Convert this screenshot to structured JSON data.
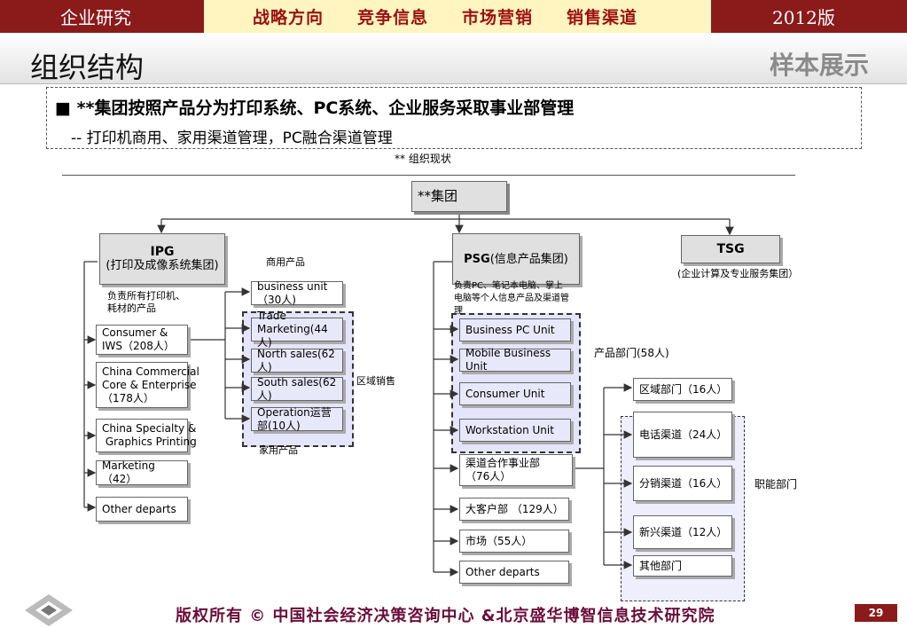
{
  "nav": {
    "left": "企业研究",
    "items": [
      "战略方向",
      "竞争信息",
      "市场营销",
      "销售渠道"
    ],
    "right": "2012版"
  },
  "header": {
    "title": "组织结构",
    "watermark": "样本展示"
  },
  "notes": {
    "line1": "■ **集团按照产品分为打印系统、PC系统、企业服务采取事业部管理",
    "line2": "-- 打印机商用、家用渠道管理，PC融合渠道管理"
  },
  "subtitle": "** 组织现状",
  "org": {
    "root": "**集团",
    "ipg": {
      "title": "IPG",
      "subtitle": "(打印及成像系统集团)",
      "desc": "负责所有打印机、\n耗材的产品",
      "units": [
        "Consumer &\nIWS（208人）",
        "China Commercial\nCore & Enterprise\n（178人）",
        "China Specialty &\n Graphics Printing",
        "Marketing（42）",
        "Other departs"
      ],
      "commercial_label": "商用产品",
      "business_unit": "business unit（30人)",
      "sales": [
        "Trade Marketing(44人)",
        "North sales(62人)",
        "South sales(62人)",
        "Operation运营部(10人)"
      ],
      "region_label": "区域销售",
      "home_label": "家用产品"
    },
    "psg": {
      "title": "PSG",
      "subtitle": "(信息产品集团)",
      "desc": "负责PC、笔记本电脑、掌上\n电脑等个人信息产品及渠道管\n理",
      "product_units": [
        "Business  PC Unit",
        "Mobile Business Unit",
        "Consumer  Unit",
        "Workstation Unit"
      ],
      "product_label": "产品部门(58人)",
      "other_units": [
        "渠道合作事业部\n（76人）",
        "大客户部 （129人）",
        "市场（55人）",
        "Other departs"
      ],
      "channel_units": [
        "区域部门（16人）",
        "电话渠道（24人）",
        "分销渠道（16人）",
        "新兴渠道（12人）",
        "其他部门"
      ],
      "function_label": "职能部门"
    },
    "tsg": {
      "title": "TSG",
      "subtitle": "(企业计算及专业服务集团）"
    }
  },
  "footer": {
    "text": "版权所有 ©  中国社会经济决策咨询中心 &北京盛华博智信息技术研究院",
    "page": "29"
  }
}
